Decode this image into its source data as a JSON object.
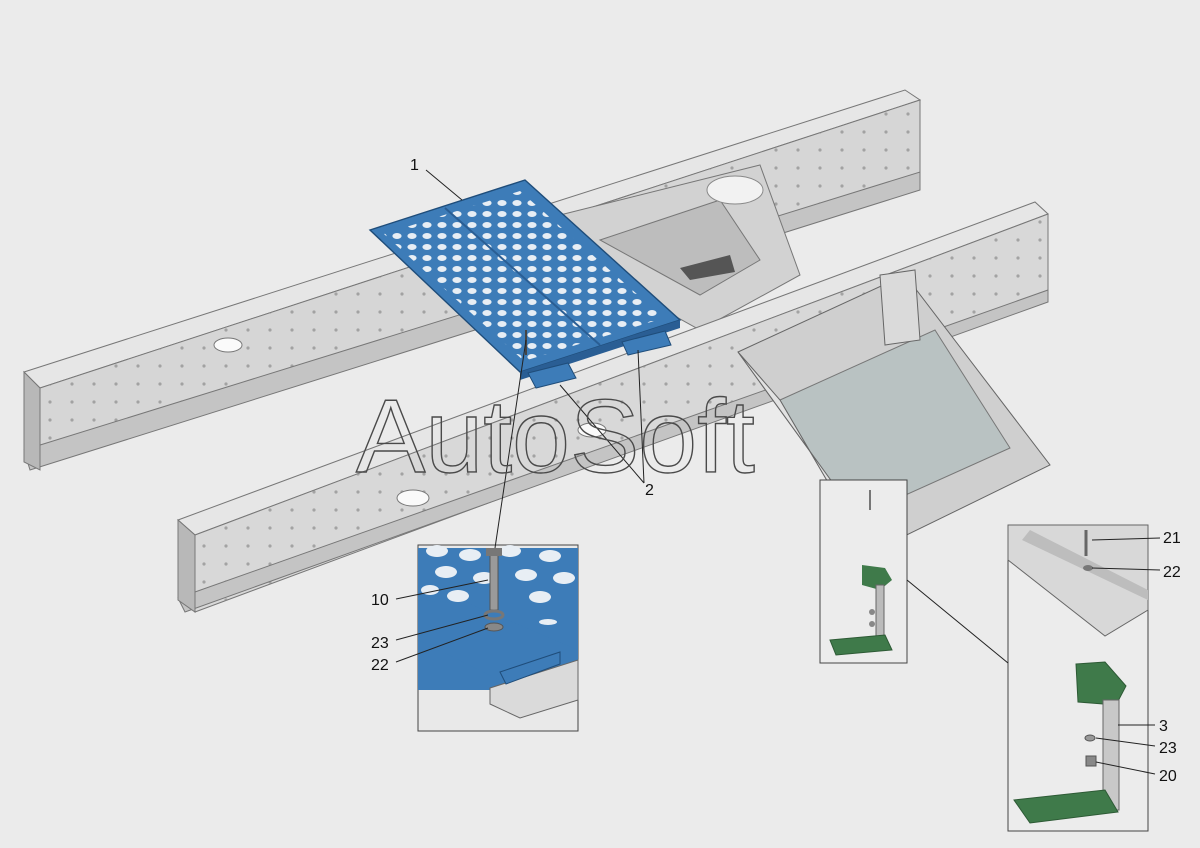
{
  "diagram": {
    "watermark": "AutoSoft",
    "callouts": {
      "main_plate": "1",
      "brackets": "2",
      "bolt": "10",
      "washer_detail1": "23",
      "nut_detail1": "22",
      "bolt_detail2": "21",
      "nut_detail2": "22",
      "step_bracket": "3",
      "washer_detail2": "23",
      "nut2_detail2": "20"
    },
    "colors": {
      "background": "#ebebeb",
      "frame_light": "#dcdcdc",
      "frame_mid": "#c8c8c8",
      "frame_dark": "#a8a8a8",
      "plate_blue": "#3d7cb8",
      "plate_blue_dark": "#2a5e94",
      "bracket_green": "#3f7a4a",
      "outline": "#555555"
    }
  }
}
